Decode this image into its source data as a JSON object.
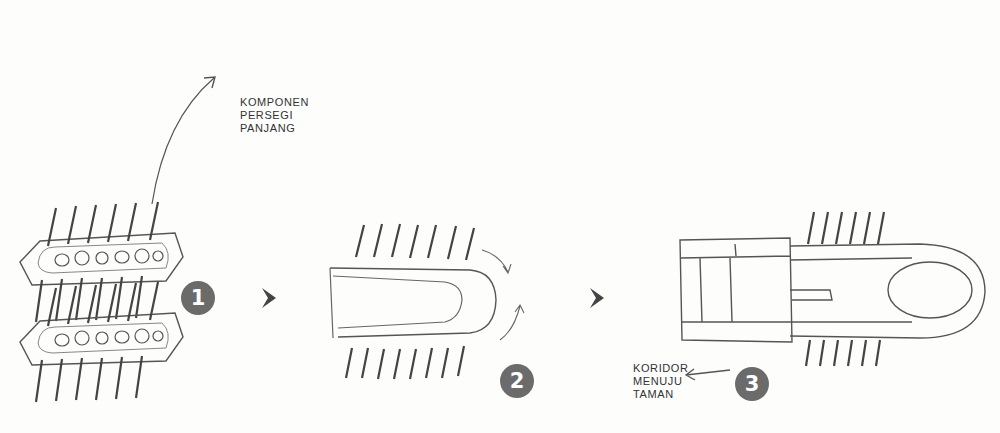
{
  "diagram": {
    "nodes": [
      {
        "text": [
          "1"
        ]
      },
      {
        "text": [
          "2"
        ]
      },
      {
        "text": [
          "3"
        ]
      }
    ],
    "labels": [
      "KOMPONEN PERSEGI PANJANG",
      "KORIDOR MENUJU TAMAN"
    ]
  }
}
